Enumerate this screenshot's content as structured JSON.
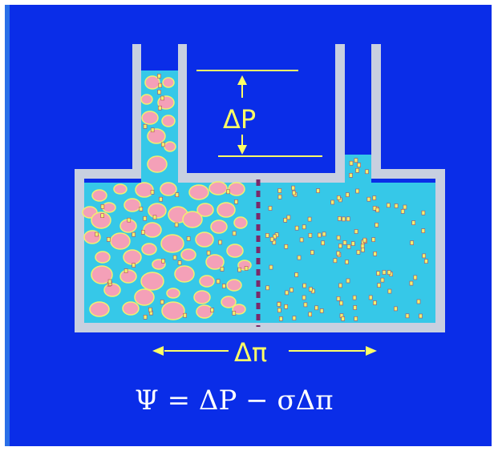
{
  "colors": {
    "background": "#0a2de8",
    "left_edge": "#2a6fe8",
    "container_wall": "#c8d0e0",
    "solution": "#36c8e8",
    "large_solute": "#f4a0b8",
    "large_solute_outline": "#f0f070",
    "small_solute": "#f0f070",
    "membrane": "#7a2a6a",
    "arrows": "#ffff66",
    "equation": "#ffffff"
  },
  "labels": {
    "delta_p": "ΔP",
    "delta_pi": "Δπ",
    "equation": "Ψ =  ΔP − σΔπ"
  }
}
